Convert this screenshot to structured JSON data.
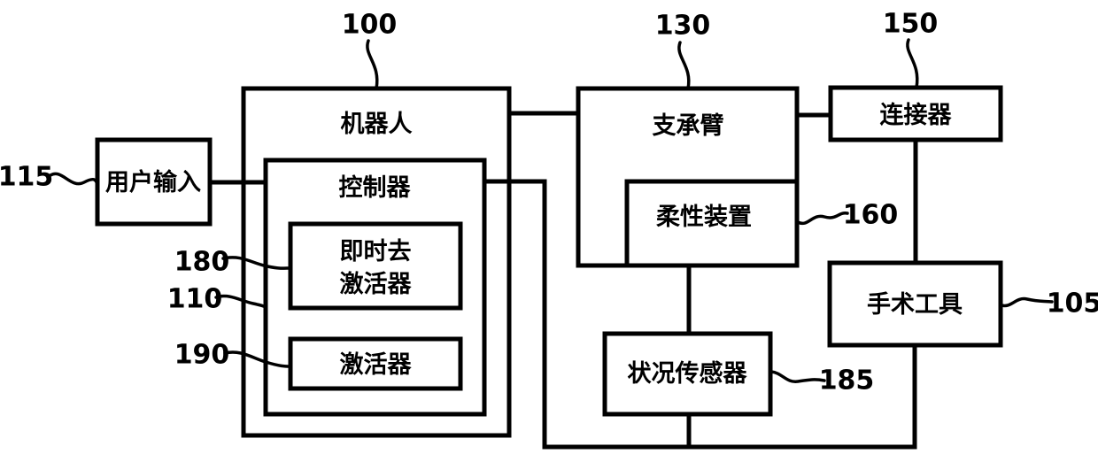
{
  "figure": {
    "type": "patent-block-diagram",
    "colors": {
      "background": "#ffffff",
      "line": "#000000",
      "text": "#000000"
    },
    "boxes": {
      "robot": {
        "label": "机器人",
        "ref": "100"
      },
      "controller": {
        "label": "控制器",
        "ref": "110"
      },
      "instant_deactivator": {
        "label_line1": "即时去",
        "label_line2": "激活器",
        "ref": "180"
      },
      "activator": {
        "label": "激活器",
        "ref": "190"
      },
      "user_input": {
        "label": "用户输入",
        "ref": "115"
      },
      "support_arm": {
        "label": "支承臂",
        "ref": "130"
      },
      "flexible_device": {
        "label": "柔性装置",
        "ref": "160"
      },
      "connector": {
        "label": "连接器",
        "ref": "150"
      },
      "surgical_tool": {
        "label": "手术工具",
        "ref": "105"
      },
      "condition_sensor": {
        "label": "状况传感器",
        "ref": "185"
      }
    }
  }
}
